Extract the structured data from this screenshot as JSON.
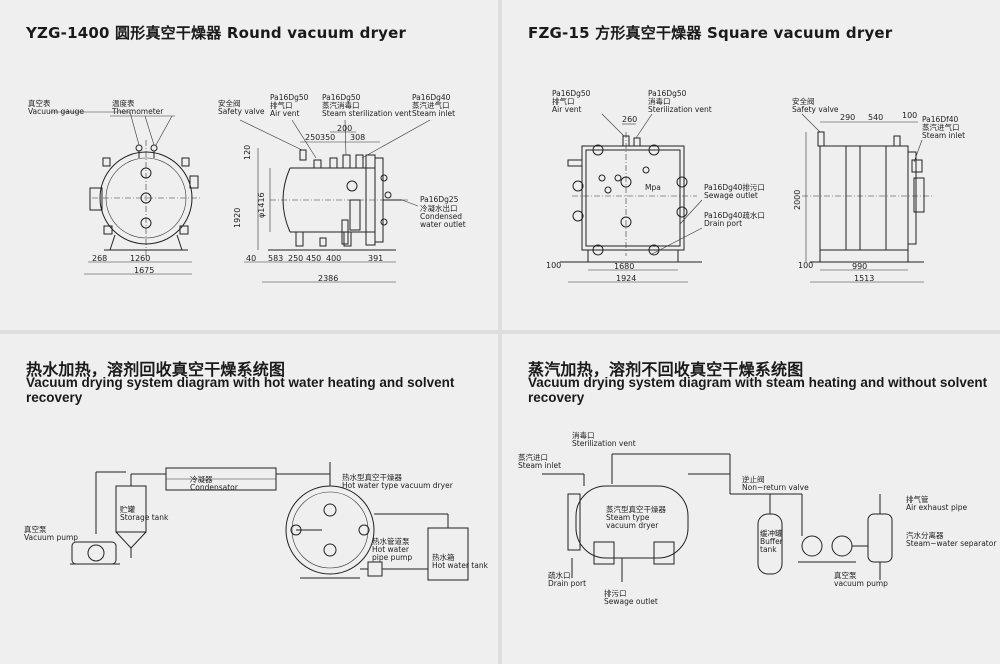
{
  "panels": {
    "round": {
      "title": "YZG-1400 圆形真空干燥器 Round vacuum dryer",
      "labels": {
        "vacuum_gauge_zh": "真空表",
        "vacuum_gauge_en": "Vacuum gauge",
        "thermometer_zh": "温度表",
        "thermometer_en": "Thermometer",
        "safety_valve_zh": "安全阀",
        "safety_valve_en": "Safety valve",
        "air_vent_code": "Pa16Dg50",
        "air_vent_zh": "排气口",
        "air_vent_en": "Air vent",
        "sterilization_code": "Pa16Dg50",
        "sterilization_zh": "蒸汽消毒口",
        "sterilization_en": "Steam sterilization vent",
        "steam_inlet_code": "Pa16Dg40",
        "steam_inlet_zh": "蒸汽进气口",
        "steam_inlet_en": "Steam inlet",
        "condensed_code": "Pa16Dg25",
        "condensed_zh": "冷凝水出口",
        "condensed_en1": "Condensed",
        "condensed_en2": "water outlet"
      },
      "dims": {
        "d268": "268",
        "d1260": "1260",
        "d1675": "1675",
        "d250": "250",
        "d350": "350",
        "d200": "200",
        "d308": "308",
        "d120": "120",
        "d1920": "1920",
        "d1416": "φ1416",
        "d40": "40",
        "d583": "583",
        "d250b": "250",
        "d450": "450",
        "d400": "400",
        "d391": "391",
        "d2386": "2386"
      }
    },
    "square": {
      "title": "FZG-15 方形真空干燥器 Square vacuum dryer",
      "labels": {
        "air_vent_code": "Pa16Dg50",
        "air_vent_zh": "排气口",
        "air_vent_en": "Air vent",
        "sterilization_code": "Pa16Dg50",
        "sterilization_zh": "消毒口",
        "sterilization_en": "Sterilization vent",
        "sewage_code": "Pa16Dg40排污口",
        "sewage_en": "Sewage outlet",
        "drain_code": "Pa16Dg40疏水口",
        "drain_en": "Drain port",
        "mpa": "Mpa",
        "safety_valve_zh": "安全阀",
        "safety_valve_en": "Safety valve",
        "steam_inlet_code": "Pa16Df40",
        "steam_inlet_zh": "蒸汽进气口",
        "steam_inlet_en": "Steam inlet"
      },
      "dims": {
        "d260": "260",
        "d100": "100",
        "d1680": "1680",
        "d1924": "1924",
        "d290": "290",
        "d540": "540",
        "d100b": "100",
        "d2000": "2000",
        "d100c": "100",
        "d990": "990",
        "d1513": "1513"
      }
    },
    "hot_water": {
      "title_zh": "热水加热，溶剂回收真空干燥系统图",
      "title_en": "Vacuum drying system diagram with hot water heating and solvent recovery",
      "labels": {
        "vacuum_pump_zh": "真空泵",
        "vacuum_pump_en": "Vacuum pump",
        "storage_zh": "贮罐",
        "storage_en": "Storage tank",
        "condensor_zh": "冷凝器",
        "condensor_en": "Condensator",
        "dryer_zh": "热水型真空干燥器",
        "dryer_en": "Hot water type vacuum dryer",
        "pipe_pump_zh": "热水管道泵",
        "pipe_pump_en1": "Hot water",
        "pipe_pump_en2": "pipe pump",
        "tank_zh": "热水箱",
        "tank_en": "Hot water tank"
      }
    },
    "steam": {
      "title_zh": "蒸汽加热，溶剂不回收真空干燥系统图",
      "title_en": "Vacuum drying system diagram with steam heating and without solvent recovery",
      "labels": {
        "sterilization_zh": "消毒口",
        "sterilization_en": "Sterilization vent",
        "steam_inlet_zh": "蒸汽进口",
        "steam_inlet_en": "Steam inlet",
        "dryer_zh": "蒸汽型真空干燥器",
        "dryer_en1": "Steam type",
        "dryer_en2": "vacuum dryer",
        "drain_zh": "疏水口",
        "drain_en": "Drain port",
        "sewage_zh": "排污口",
        "sewage_en": "Sewage outlet",
        "check_valve_zh": "逆止阀",
        "check_valve_en": "Non−return valve",
        "buffer_zh": "缓冲罐",
        "buffer_en1": "Buffer",
        "buffer_en2": "tank",
        "pump_zh": "真空泵",
        "pump_en": "vacuum pump",
        "exhaust_zh": "排气管",
        "exhaust_en": "Air exhaust pipe",
        "separator_zh": "汽水分离器",
        "separator_en": "Steam−water separator"
      }
    }
  }
}
